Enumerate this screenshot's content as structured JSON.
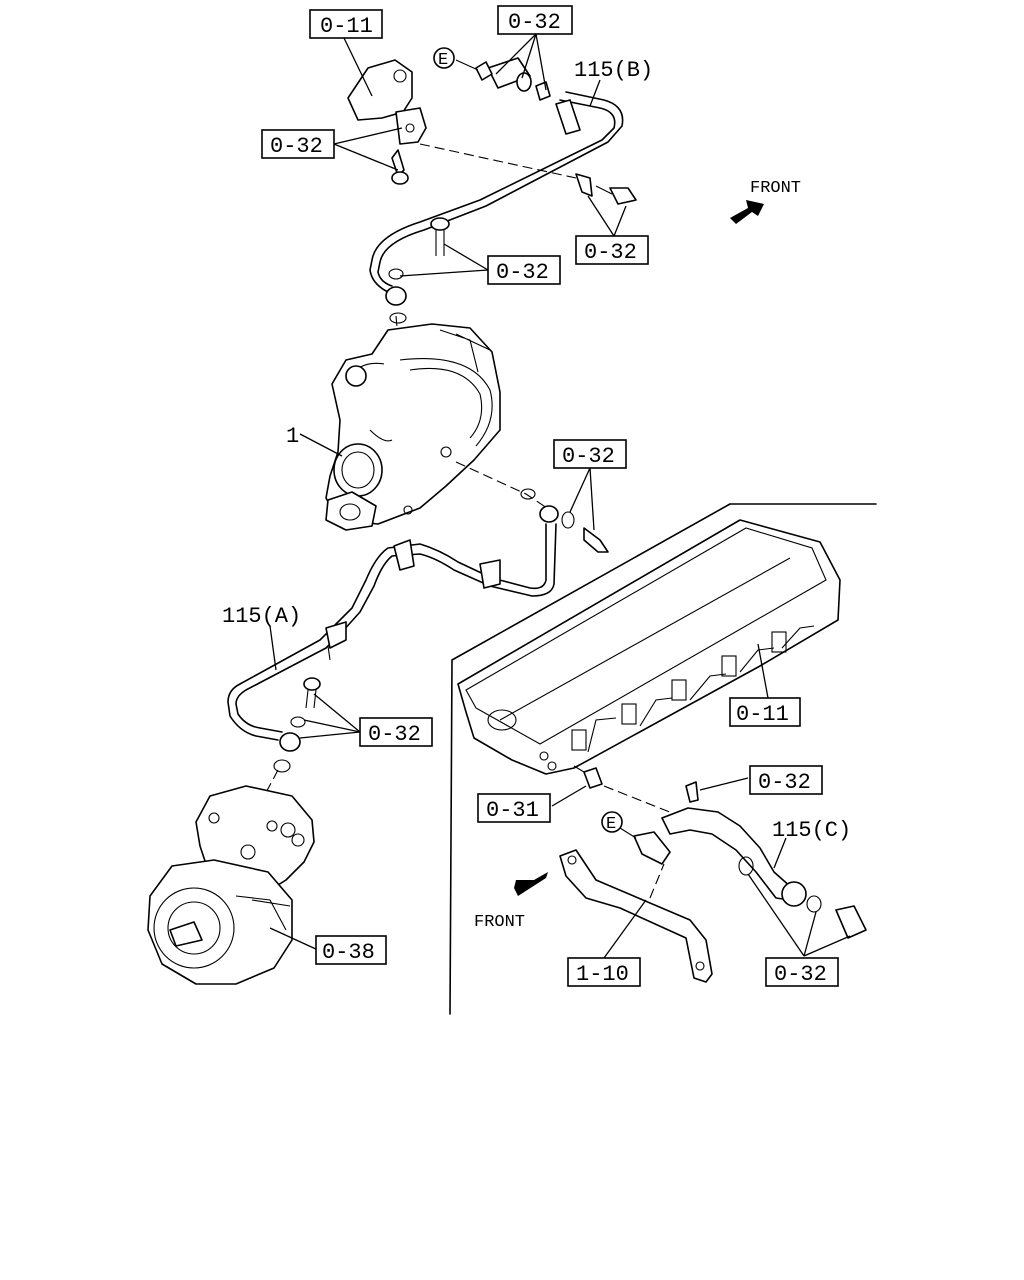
{
  "labels": {
    "l_011_top": "0-11",
    "l_032_top": "0-32",
    "l_115b": "115(B)",
    "l_032_bracket": "0-32",
    "l_032_bolt_right": "0-32",
    "l_032_bolt_mid": "0-32",
    "l_1": "1",
    "l_032_turbo": "0-32",
    "l_115a": "115(A)",
    "l_032_lower": "0-32",
    "l_038": "0-38",
    "l_011_head": "0-11",
    "l_032_head": "0-32",
    "l_031": "0-31",
    "l_115c": "115(C)",
    "l_110": "1-10",
    "l_032_bottom": "0-32",
    "e_top": "E",
    "e_lower": "E"
  },
  "front_labels": {
    "front_top": "FRONT",
    "front_bottom": "FRONT"
  }
}
